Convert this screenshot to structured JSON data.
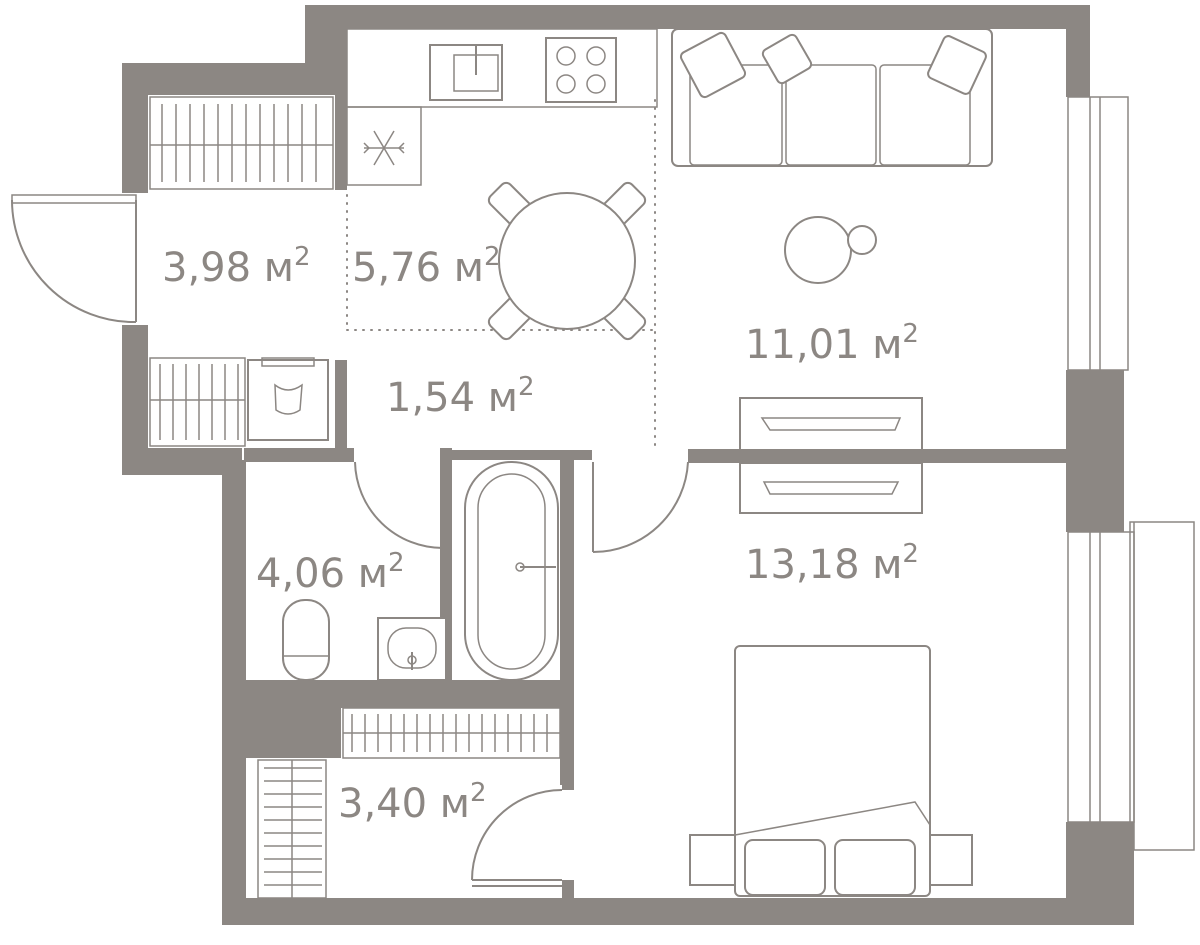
{
  "colors": {
    "wall": "#8c8783",
    "background": "#ffffff"
  },
  "rooms": [
    {
      "id": "hall",
      "area": "3,98",
      "unit": "м",
      "exp": "2"
    },
    {
      "id": "kitchen",
      "area": "5,76",
      "unit": "м",
      "exp": "2"
    },
    {
      "id": "corridor",
      "area": "1,54",
      "unit": "м",
      "exp": "2"
    },
    {
      "id": "living",
      "area": "11,01",
      "unit": "м",
      "exp": "2"
    },
    {
      "id": "bathroom",
      "area": "4,06",
      "unit": "м",
      "exp": "2"
    },
    {
      "id": "bedroom",
      "area": "13,18",
      "unit": "м",
      "exp": "2"
    },
    {
      "id": "wardrobe",
      "area": "3,40",
      "unit": "м",
      "exp": "2"
    }
  ],
  "icons": [
    "snowflake-icon",
    "sink-icon",
    "stove-icon",
    "toilet-icon",
    "bathtub-icon",
    "bed-icon",
    "sofa-icon"
  ]
}
